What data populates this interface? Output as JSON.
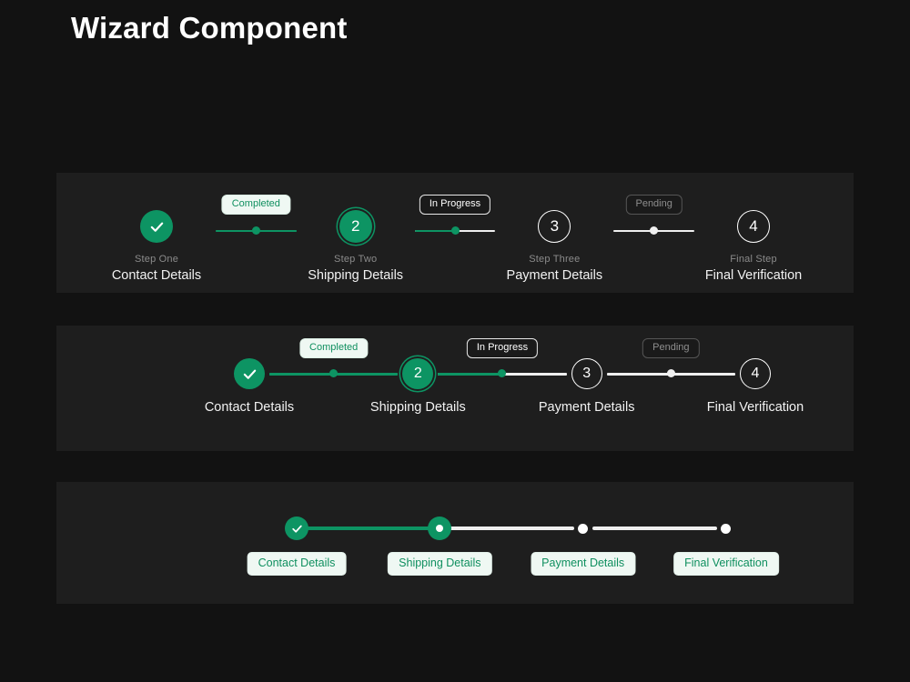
{
  "page": {
    "title": "Wizard Component",
    "background_color": "#121212",
    "panel_color": "#1e1e1e",
    "accent_color": "#0d9463"
  },
  "wizards": [
    {
      "id": "wizard-detailed",
      "variant": "detailed",
      "steps": [
        {
          "number": "1",
          "icon": "check-icon",
          "sublabel": "Step One",
          "label": "Contact Details",
          "state": "completed"
        },
        {
          "number": "2",
          "icon": "",
          "sublabel": "Step Two",
          "label": "Shipping Details",
          "state": "active"
        },
        {
          "number": "3",
          "icon": "",
          "sublabel": "Step Three",
          "label": "Payment Details",
          "state": "pending"
        },
        {
          "number": "4",
          "icon": "",
          "sublabel": "Final Step",
          "label": "Final Verification",
          "state": "pending"
        }
      ],
      "connectors": [
        {
          "badge": "Completed",
          "badge_state": "completed",
          "fill_percent": 100
        },
        {
          "badge": "In Progress",
          "badge_state": "progress",
          "fill_percent": 50
        },
        {
          "badge": "Pending",
          "badge_state": "pending",
          "fill_percent": 0
        }
      ]
    },
    {
      "id": "wizard-compact",
      "variant": "compact",
      "steps": [
        {
          "number": "1",
          "icon": "check-icon",
          "label": "Contact Details",
          "state": "completed"
        },
        {
          "number": "2",
          "icon": "",
          "label": "Shipping Details",
          "state": "active"
        },
        {
          "number": "3",
          "icon": "",
          "label": "Payment Details",
          "state": "pending"
        },
        {
          "number": "4",
          "icon": "",
          "label": "Final Verification",
          "state": "pending"
        }
      ],
      "connectors": [
        {
          "badge": "Completed",
          "badge_state": "completed",
          "fill_percent": 100
        },
        {
          "badge": "In Progress",
          "badge_state": "progress",
          "fill_percent": 50
        },
        {
          "badge": "Pending",
          "badge_state": "pending",
          "fill_percent": 0
        }
      ]
    },
    {
      "id": "wizard-minimal",
      "variant": "minimal",
      "steps": [
        {
          "icon": "check-icon",
          "label": "Contact Details",
          "state": "completed"
        },
        {
          "icon": "dot-icon",
          "label": "Shipping Details",
          "state": "active"
        },
        {
          "icon": "dot-icon",
          "label": "Payment Details",
          "state": "pending"
        },
        {
          "icon": "dot-icon",
          "label": "Final Verification",
          "state": "pending"
        }
      ],
      "connectors": [
        {
          "fill_percent": 100
        },
        {
          "fill_percent": 0
        },
        {
          "fill_percent": 0
        }
      ]
    }
  ]
}
